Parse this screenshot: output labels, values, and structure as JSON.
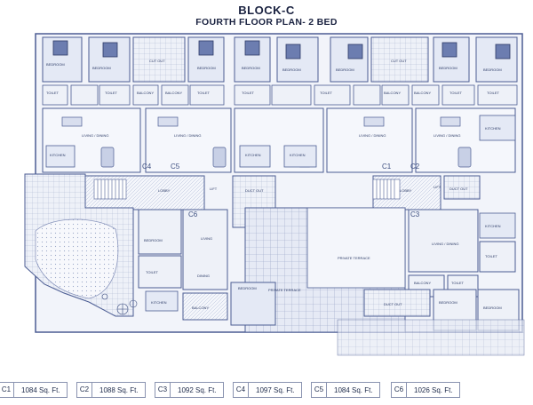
{
  "header": {
    "title": "BLOCK-C",
    "subtitle": "FOURTH FLOOR PLAN- 2 BED"
  },
  "colors": {
    "wall": "#4c5d93",
    "room_fill": "#dde4f2",
    "corridor": "#e8ecf6",
    "grid": "#9aa6c8",
    "text": "#1d2a4a"
  },
  "units": [
    {
      "code": "C1",
      "area": "1084 Sq. Ft."
    },
    {
      "code": "C2",
      "area": "1088 Sq. Ft."
    },
    {
      "code": "C3",
      "area": "1092 Sq. Ft."
    },
    {
      "code": "C4",
      "area": "1097 Sq. Ft."
    },
    {
      "code": "C5",
      "area": "1084 Sq. Ft."
    },
    {
      "code": "C6",
      "area": "1026 Sq. Ft."
    }
  ],
  "plan_labels": {
    "bedroom": "BEDROOM",
    "toilet": "TOILET",
    "balcony": "BALCONY",
    "living": "LIVING / DINING",
    "living_short": "LIVING",
    "dining": "DINING",
    "kitchen": "KITCHEN",
    "cut_out": "CUT OUT",
    "duct_out": "DUCT OUT",
    "lobby": "LOBBY",
    "lift": "LIFT",
    "private_terrace": "PRIVATE TERRACE"
  }
}
